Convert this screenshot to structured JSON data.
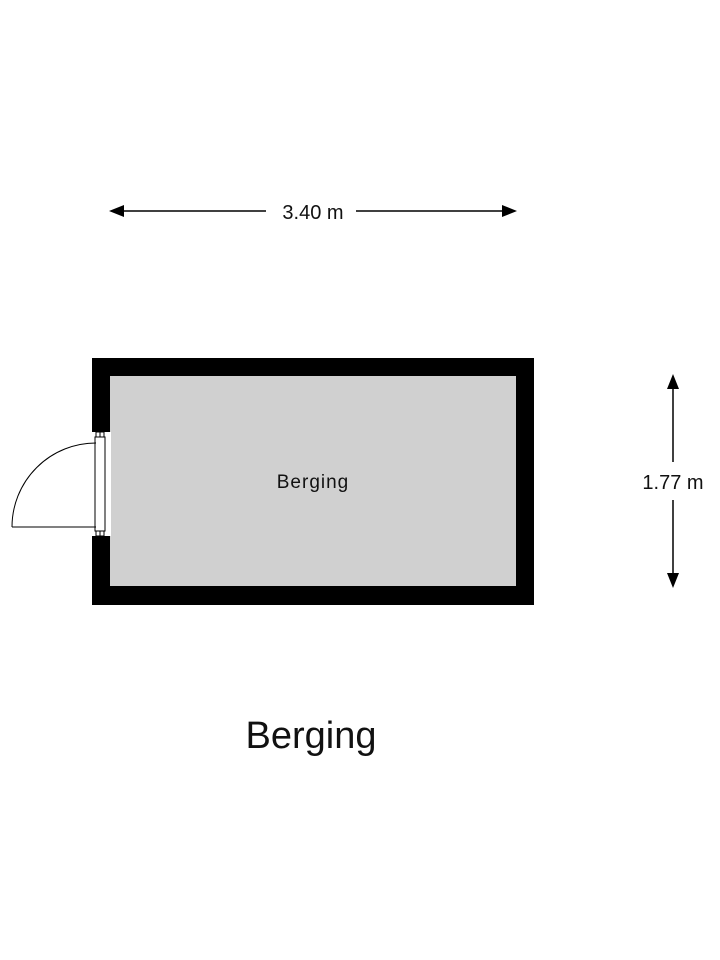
{
  "plan": {
    "title": "Berging",
    "room": {
      "label": "Berging",
      "width_m": 3.4,
      "depth_m": 1.77
    },
    "dimensions": {
      "width_label": "3.40 m",
      "depth_label": "1.77 m"
    },
    "colors": {
      "wall": "#000000",
      "floor": "#d0d0d0",
      "ink": "#111111"
    }
  }
}
